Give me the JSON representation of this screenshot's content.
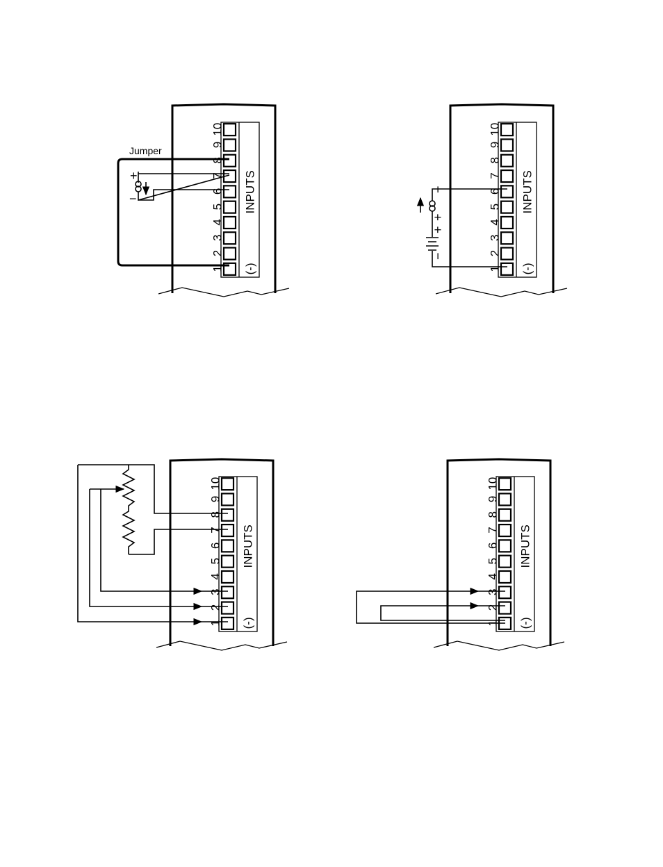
{
  "terminal_block": {
    "pins": [
      "1",
      "2",
      "3",
      "4",
      "5",
      "6",
      "7",
      "8",
      "9",
      "10"
    ],
    "label": "INPUTS",
    "common_label": "(-)"
  },
  "diagrams": [
    {
      "id": "top-left",
      "jumper_label": "Jumper",
      "plus": "+",
      "minus": "−"
    },
    {
      "id": "top-right",
      "plus": "+",
      "minus": "−"
    },
    {
      "id": "bottom-left"
    },
    {
      "id": "bottom-right"
    }
  ]
}
